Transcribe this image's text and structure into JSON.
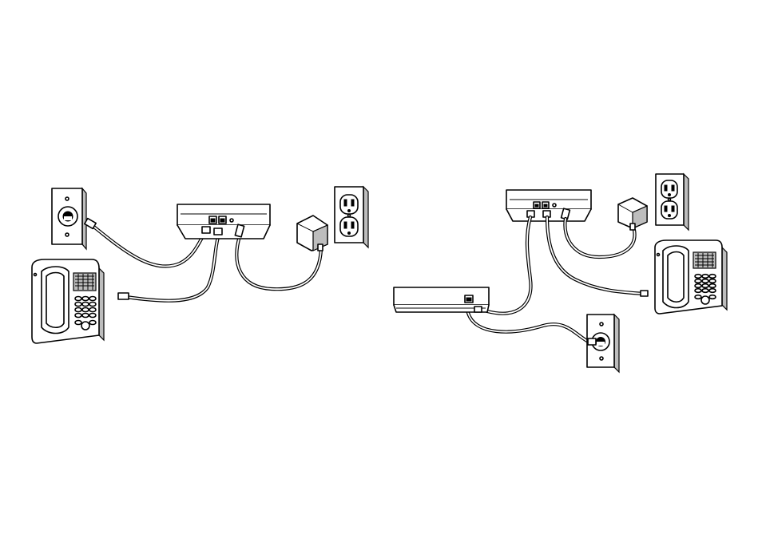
{
  "figure": {
    "panels": [
      {
        "id": "left",
        "items": [
          "wall-jack",
          "phone",
          "device",
          "ac-adapter",
          "power-outlet"
        ]
      },
      {
        "id": "right",
        "items": [
          "device",
          "ac-adapter",
          "power-outlet",
          "phone",
          "modem",
          "wall-jack"
        ]
      }
    ],
    "colors": {
      "line": "#000000",
      "fill": "#ffffff",
      "shade": "#bdbdbd"
    }
  }
}
